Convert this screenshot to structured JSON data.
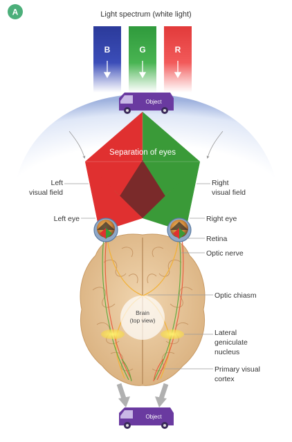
{
  "panel_letter": "A",
  "title": "Light spectrum (white light)",
  "bands": [
    {
      "letter": "B",
      "color": "#2b3a9a"
    },
    {
      "letter": "G",
      "color": "#2f9a3c"
    },
    {
      "letter": "R",
      "color": "#e23a3a"
    }
  ],
  "object_label": "Object",
  "separation_label": "Separation of eyes",
  "left_field": [
    "Left",
    "visual field"
  ],
  "right_field": [
    "Right",
    "visual field"
  ],
  "left_eye": "Left eye",
  "right_eye": "Right eye",
  "retina": "Retina",
  "optic_nerve": "Optic nerve",
  "optic_chiasm": "Optic chiasm",
  "brain": [
    "Brain",
    "(top view)"
  ],
  "lgn": [
    "Lateral",
    "geniculate",
    "nucleus"
  ],
  "cortex": [
    "Primary visual",
    "cortex"
  ],
  "colors": {
    "accent_green": "#4caf7a",
    "field_red": "#e03030",
    "field_green": "#3a9a38",
    "overlap": "#7a2a2a",
    "brain": "#e6c49a",
    "van": "#6a3aa0"
  }
}
